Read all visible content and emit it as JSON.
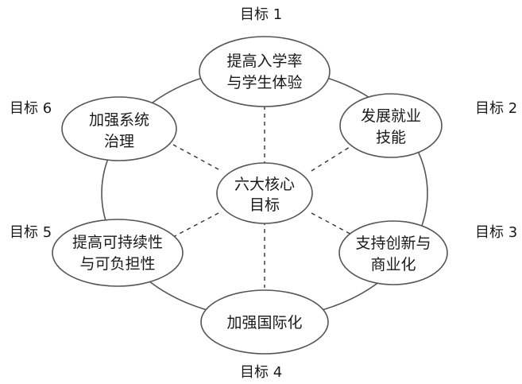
{
  "center": {
    "lines": [
      "六大核心",
      "目标"
    ]
  },
  "goals": [
    {
      "label": "目标 1",
      "lines": [
        "提高入学率",
        "与学生体验"
      ]
    },
    {
      "label": "目标 2",
      "lines": [
        "发展就业",
        "技能"
      ]
    },
    {
      "label": "目标 3",
      "lines": [
        "支持创新与",
        "商业化"
      ]
    },
    {
      "label": "目标 4",
      "lines": [
        "加强国际化"
      ]
    },
    {
      "label": "目标 5",
      "lines": [
        "提高可持续性",
        "与可负担性"
      ]
    },
    {
      "label": "目标 6",
      "lines": [
        "加强系统",
        "治理"
      ]
    }
  ]
}
